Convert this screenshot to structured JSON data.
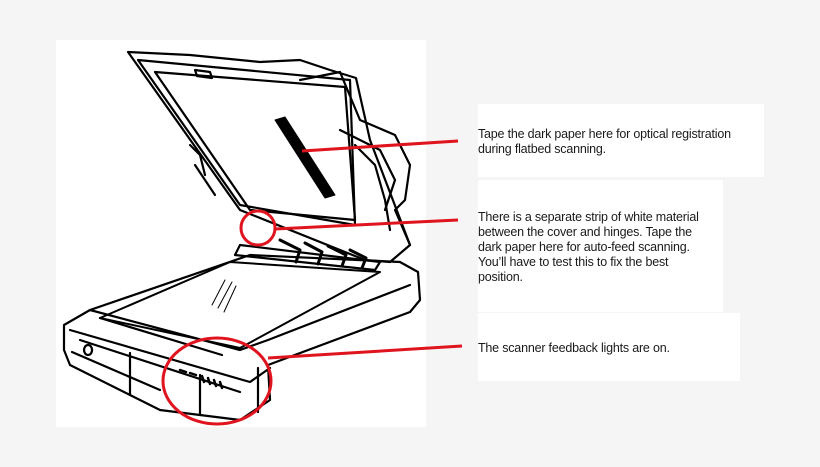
{
  "figure": {
    "subject": "flatbed scanner with auto document feeder, cover open",
    "background_color": "#f5f5f5",
    "annotation_color": "#e0141e"
  },
  "callouts": [
    {
      "id": "dark-paper-flatbed",
      "text": "Tape the dark paper here for optical registration\nduring flatbed scanning."
    },
    {
      "id": "white-strip-autofeed",
      "text": "There is a separate strip of white material\nbetween the cover and hinges. Tape the\ndark paper here for auto-feed scanning.\nYou’ll have to test this to fix the best\nposition."
    },
    {
      "id": "feedback-lights",
      "text": "The scanner feedback lights are on."
    }
  ]
}
